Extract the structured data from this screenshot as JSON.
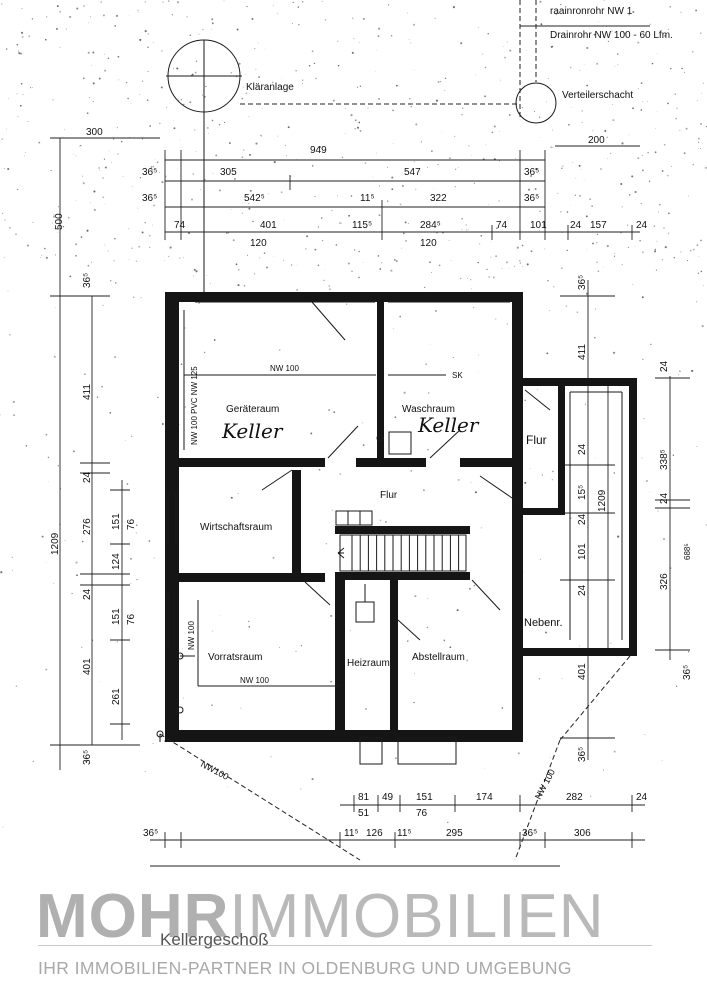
{
  "site_labels": {
    "klaeranlage": "Kläranlage",
    "verteilerschacht": "Verteilerschacht",
    "drainrohr_1": "raainronrohr NW 1",
    "drainrohr_2": "Drainrohr NW 100 - 60 Lfm."
  },
  "rooms": {
    "geraeteraum": "Geräteraum",
    "waschraum": "Waschraum",
    "flur_main": "Flur",
    "flur_side": "Flur",
    "wirtschaftsraum": "Wirtschaftsraum",
    "vorratsraum": "Vorratsraum",
    "heizraum": "Heizraum",
    "abstellraum": "Abstellraum",
    "nebenr": "Nebenr."
  },
  "handwriting": {
    "keller_1": "Keller",
    "keller_2": "Keller"
  },
  "pipes": {
    "nw100_top": "NW 100",
    "pvc": "NW 100  PVC  NW 125",
    "sk": "SK",
    "nw100_left": "NW 100",
    "nw100_bottom": "NW 100",
    "nw100_diag_left": "NW100",
    "nw100_diag_right": "NW 100"
  },
  "dimensions": {
    "top": [
      "300",
      "949",
      "200",
      "36⁵",
      "305",
      "547",
      "36⁵",
      "36⁵",
      "542⁵",
      "11⁵",
      "322",
      "36⁵",
      "74",
      "401",
      "115⁵",
      "284⁵",
      "74",
      "101",
      "24",
      "157",
      "24",
      "120",
      "120"
    ],
    "left": [
      "500",
      "36⁵",
      "411",
      "24",
      "276",
      "24",
      "401",
      "1209",
      "151",
      "76",
      "124",
      "151",
      "76",
      "261",
      "36⁵"
    ],
    "right": [
      "36⁵",
      "411",
      "24",
      "15⁵",
      "24",
      "101",
      "24",
      "1209",
      "401",
      "36⁵",
      "24",
      "338⁵",
      "24",
      "326",
      "36⁵",
      "688⁵"
    ],
    "bottom": [
      "81",
      "51",
      "49",
      "151",
      "76",
      "174",
      "282",
      "24",
      "36⁵",
      "11⁵",
      "126",
      "11⁵",
      "295",
      "36⁵",
      "306"
    ]
  },
  "branding": {
    "brand_bold": "MOHR",
    "brand_light": "IMMOBILIEN",
    "floor_caption": "Kellergeschoß",
    "tagline": "IHR IMMOBILIEN-PARTNER IN OLDENBURG UND UMGEBUNG"
  },
  "colors": {
    "ink": "#151515",
    "brand_grey": "#b5b5b5",
    "tagline_grey": "#a9a9a9"
  }
}
